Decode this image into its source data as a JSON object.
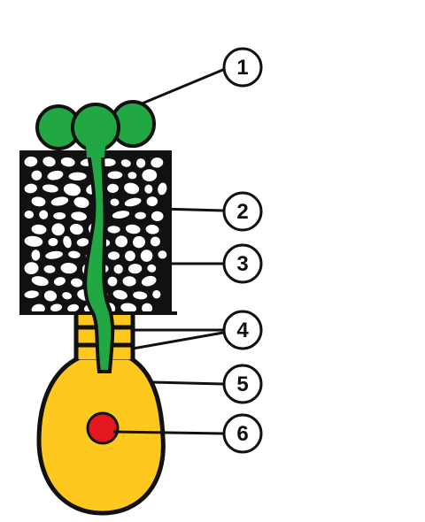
{
  "labels": [
    {
      "id": 1,
      "text": "1"
    },
    {
      "id": 2,
      "text": "2"
    },
    {
      "id": 3,
      "text": "3"
    },
    {
      "id": 4,
      "text": "4"
    },
    {
      "id": 5,
      "text": "5"
    },
    {
      "id": 6,
      "text": "6"
    }
  ],
  "colors": {
    "green": "#22a745",
    "green_dark": "#168a35",
    "yellow": "#ffc81e",
    "red": "#e4181c",
    "outline": "#111111",
    "tissue_fill": "#ffffff"
  }
}
